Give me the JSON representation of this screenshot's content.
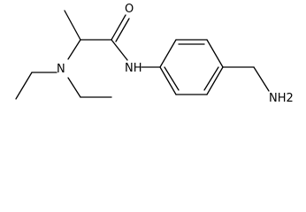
{
  "structure": {
    "atoms": {
      "oxygen": "O",
      "amide_nh": "NH",
      "amine_n": "N",
      "aminomethyl_nh2": "NH2"
    }
  }
}
